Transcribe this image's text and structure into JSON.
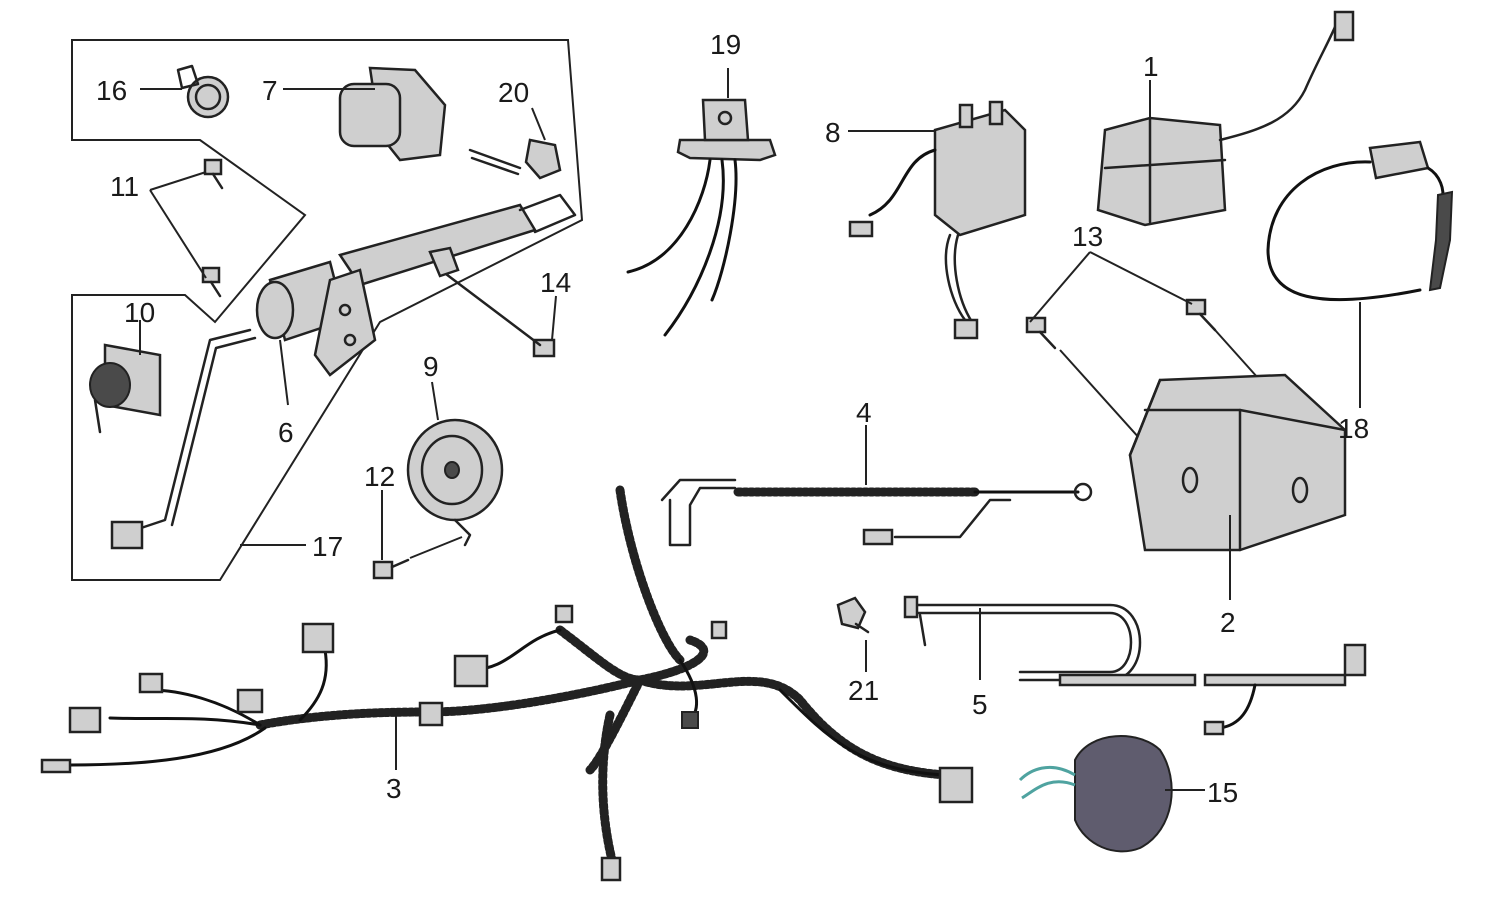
{
  "diagram": {
    "labels": {
      "p1": "1",
      "p2": "2",
      "p3": "3",
      "p4": "4",
      "p5": "5",
      "p6": "6",
      "p7": "7",
      "p8": "8",
      "p9": "9",
      "p10": "10",
      "p11": "11",
      "p12": "12",
      "p13": "13",
      "p14": "14",
      "p15": "15",
      "p16": "16",
      "p17": "17",
      "p18": "18",
      "p19": "19",
      "p20": "20",
      "p21": "21"
    },
    "colors": {
      "line": "#222222",
      "part_fill": "#cfcfcf",
      "dark_part": "#4a4a4a",
      "regulator_15": "#5f5c6e",
      "wire_15": "#4fa3a0"
    }
  }
}
